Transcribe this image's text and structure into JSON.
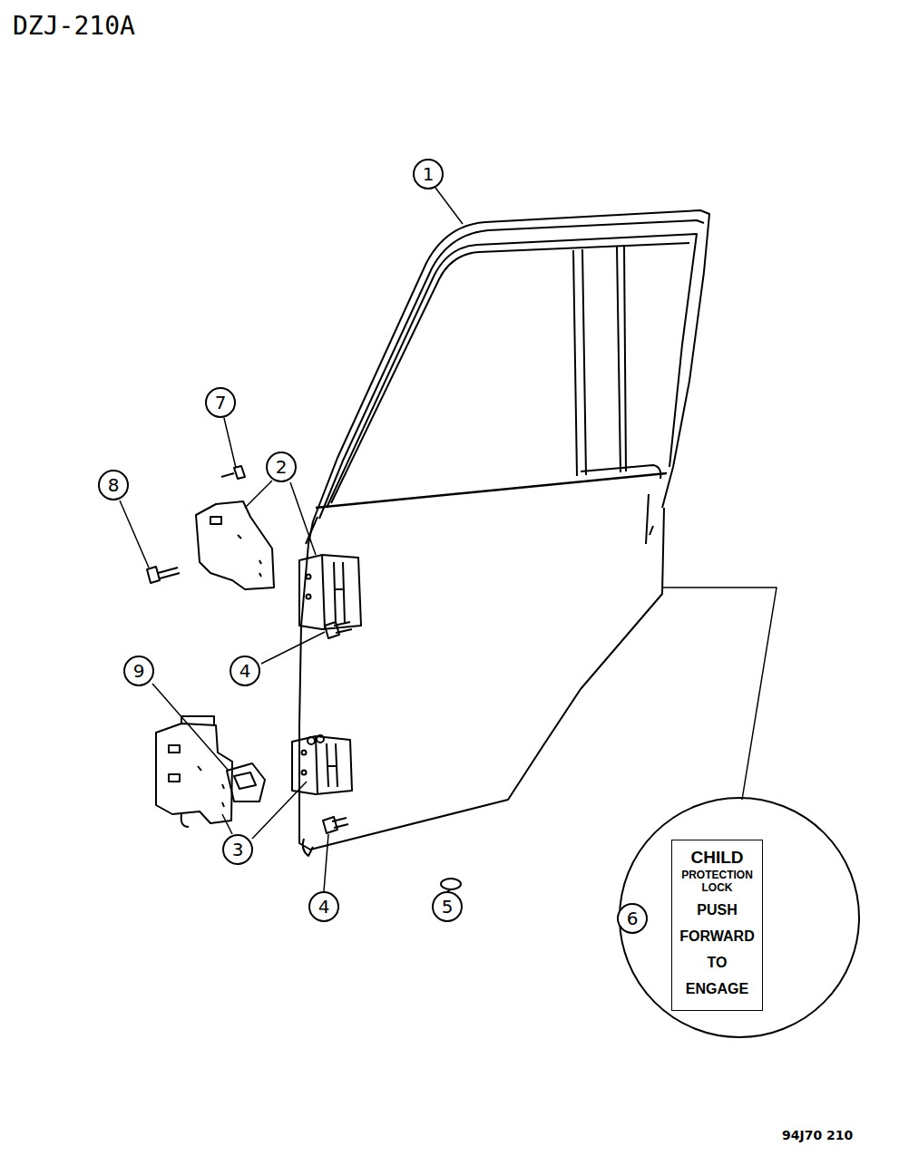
{
  "diagram": {
    "title": "DZJ-210A",
    "nodes": [
      {
        "text": [
          "1"
        ]
      },
      {
        "text": [
          "7"
        ]
      },
      {
        "text": [
          "2"
        ]
      },
      {
        "text": [
          "8"
        ]
      },
      {
        "text": [
          "4"
        ]
      },
      {
        "text": [
          "9"
        ]
      },
      {
        "text": [
          "3"
        ]
      },
      {
        "text": [
          "4"
        ]
      },
      {
        "text": [
          "5"
        ]
      },
      {
        "text": [
          "6"
        ]
      },
      {
        "text": [
          "CHILD",
          "PROTECTION LOCK",
          "PUSH FORWARD TO ENGAGE"
        ]
      }
    ],
    "labels": [
      "94J70 210"
    ]
  }
}
